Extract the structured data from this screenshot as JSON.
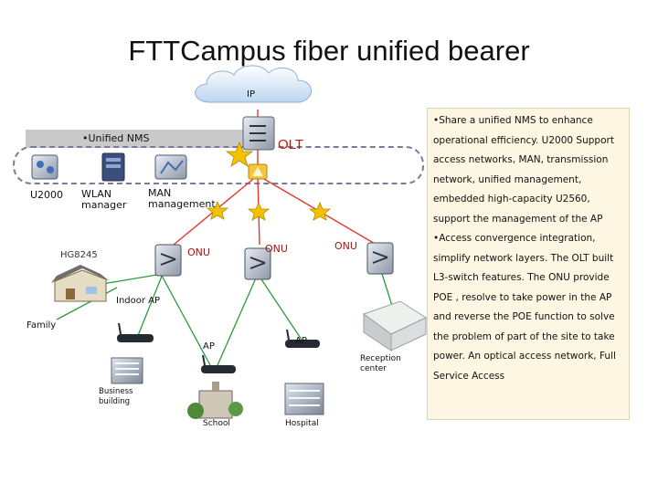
{
  "title": "FTTCampus  fiber unified bearer",
  "cloud_label": "IP",
  "nms": {
    "bar_label": "•Unified NMS",
    "olt_label": "OLT",
    "items": [
      {
        "label": "U2000"
      },
      {
        "label": "WLAN manager"
      },
      {
        "label": "MAN management"
      }
    ]
  },
  "nodes": {
    "onu_left": "ONU",
    "onu_middle": "ONU",
    "onu_right": "ONU",
    "hg8245": "HG8245",
    "indoor_ap": "Indoor AP",
    "family": "Family",
    "ap_left": "AP",
    "ap_right": "AP",
    "reception": "Reception center",
    "business": "Business building",
    "school": "School",
    "hospital": "Hospital"
  },
  "side_notes": [
    "•Share a unified NMS to enhance operational efficiency. U2000 Support access networks, MAN, transmission network, unified management, embedded high-capacity U2560, support the management of the AP",
    "•Access convergence integration, simplify network layers. The OLT built L3-switch features. The ONU provide POE , resolve to take power in the AP and reverse the POE function to solve the problem of part of the site to take power. An optical access network, Full Service Access"
  ],
  "colors": {
    "fiber_line": "#e03a2e",
    "ethernet_line": "#2e9a3a",
    "nms_bar": "#c9c9c9",
    "panel_bg": "#fdf6e3",
    "olt_text": "#cc1100"
  }
}
